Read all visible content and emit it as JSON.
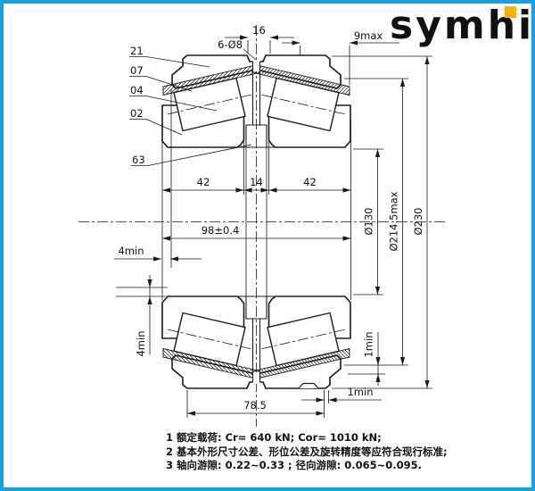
{
  "logo": {
    "text": "symhi"
  },
  "part_labels": {
    "outer_ring": "21",
    "cage": "07",
    "roller": "04",
    "inner_ring": "02",
    "spacer": "63"
  },
  "dims": {
    "groove_width": "16",
    "oil_holes": "6-Ø8",
    "cage_standout": "9max",
    "row_width_left": "42",
    "spacer_width": "14",
    "row_width_right": "42",
    "total_width": "98±0.4",
    "standout_left": "4min",
    "standout_bottom": "4min",
    "bore_dia": "Ø130",
    "cage_dia": "Ø214.5max",
    "outer_dia": "Ø230",
    "cup_width": "78.5",
    "clearance_right": "1min",
    "clearance_bottom": "1min"
  },
  "notes": {
    "n1": "1 额定载荷: Cr= 640 kN; Cor= 1010 kN;",
    "n2": "2 基本外形尺寸公差、形位公差及旋转精度等应符合现行标准;",
    "n3": "3 轴向游隙: 0.22~0.33 ; 径向游隙: 0.065~0.095."
  },
  "colors": {
    "frame": "#18A0E2",
    "logo_blue": "#1B9AD8",
    "logo_accent": "#F9B000",
    "line": "#1b1b1b"
  }
}
